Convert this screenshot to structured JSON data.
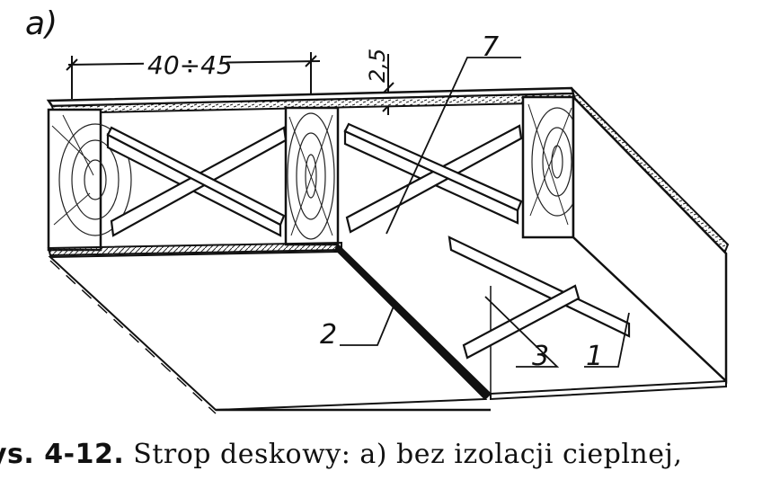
{
  "figure": {
    "panel_label": "a)",
    "dimension_spacing": "40÷45",
    "dimension_thickness": "2,5",
    "callouts": [
      "1",
      "2",
      "3",
      "7"
    ]
  },
  "caption": {
    "number": "ys. 4-12.",
    "text": " Strop deskowy: a) bez izolacji cieplnej,"
  }
}
